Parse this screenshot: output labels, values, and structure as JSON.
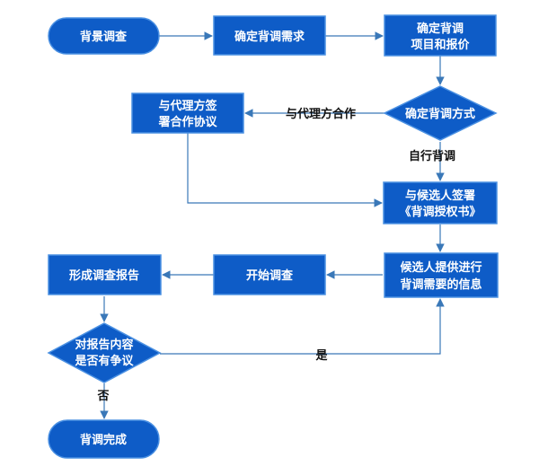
{
  "colors": {
    "node_fill": "#0e5cc7",
    "node_border": "#4a90e2",
    "edge": "#3a78b8",
    "label": "#111111",
    "node_text": "#ffffff"
  },
  "nodes": {
    "start": "背景调查",
    "needs": "确定背调需求",
    "items_line1": "确定背调",
    "items_line2": "项目和报价",
    "method": "确定背调方式",
    "agency_line1": "与代理方签",
    "agency_line2": "署合作协议",
    "auth_line1": "与候选人签署",
    "auth_line2": "《背调授权书》",
    "info_line1": "候选人提供进行",
    "info_line2": "背调需要的信息",
    "begin": "开始调查",
    "report": "形成调查报告",
    "dispute_line1": "对报告内容",
    "dispute_line2": "是否有争议",
    "end": "背调完成"
  },
  "edge_labels": {
    "agency": "与代理方合作",
    "self": "自行背调",
    "yes": "是",
    "no": "否"
  }
}
